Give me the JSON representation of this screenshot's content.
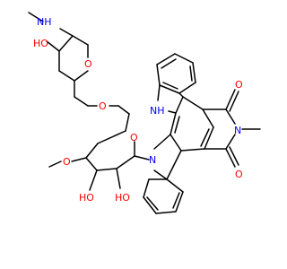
{
  "colors": {
    "carbon_bond": "#000000",
    "oxygen": "#ff0000",
    "nitrogen": "#0000ff",
    "background": "#ffffff"
  },
  "atoms": {
    "nh_methylamine": "NH",
    "ho_sugar_top": "HO",
    "o_ring_top": "O",
    "o_linker": "O",
    "o_ring_bottom": "O",
    "o_methoxy": "O",
    "ho_left": "HO",
    "ho_bottom": "HO",
    "nh_indole": "NH",
    "n_indole": "N",
    "n_imide": "N",
    "o_carbonyl_top": "O",
    "o_carbonyl_bottom": "O"
  }
}
